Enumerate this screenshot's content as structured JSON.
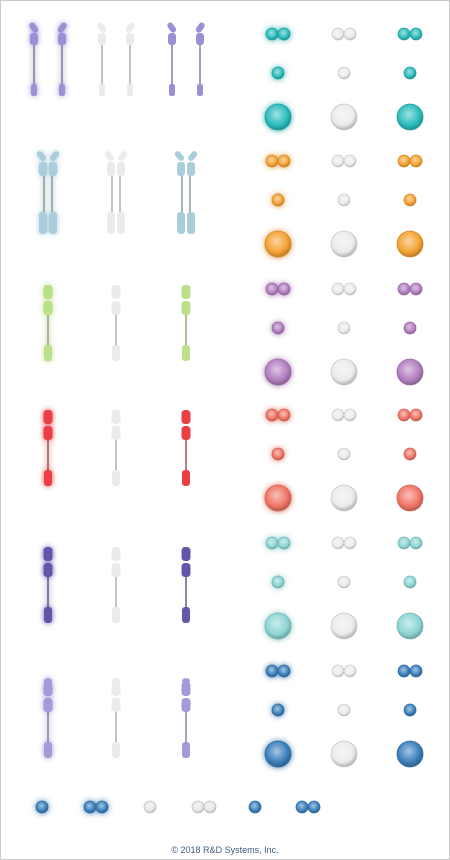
{
  "footer": {
    "copyright": "© 2018 R&D Systems, Inc."
  },
  "styles": {
    "glow": "glow",
    "faded": "faded",
    "plain": "plain"
  },
  "receptor_rows": [
    {
      "name": "receptor-purple-y",
      "shape": "y-ends",
      "color": "#9b8fd6"
    },
    {
      "name": "receptor-lightblue-y",
      "shape": "y-top-box",
      "color": "#a9cddb"
    },
    {
      "name": "receptor-green",
      "shape": "single-chain",
      "color": "#bcdf8a"
    },
    {
      "name": "receptor-red",
      "shape": "single-chain",
      "color": "#ea3f45"
    },
    {
      "name": "receptor-indigo",
      "shape": "single-chain",
      "color": "#6456a8"
    },
    {
      "name": "receptor-lavender",
      "shape": "single-chain-x",
      "color": "#a798d9"
    }
  ],
  "ligand_rows": [
    {
      "name": "ligand-teal",
      "color": "#2bbcbc"
    },
    {
      "name": "ligand-orange",
      "color": "#f5a233"
    },
    {
      "name": "ligand-purple",
      "color": "#b27ec0"
    },
    {
      "name": "ligand-salmon",
      "color": "#f07565"
    },
    {
      "name": "ligand-aqua",
      "color": "#8dd5d5"
    },
    {
      "name": "ligand-blue",
      "color": "#3a7fbc"
    }
  ],
  "legend": {
    "color": "#3a7fbc",
    "faded_color": "#e6e6e6"
  }
}
